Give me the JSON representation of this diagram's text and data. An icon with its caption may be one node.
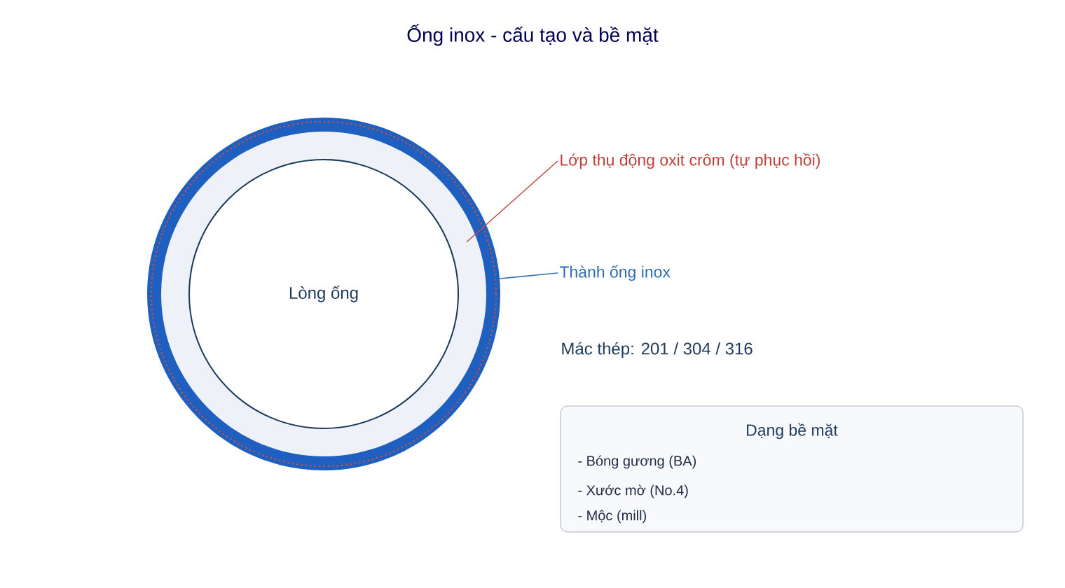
{
  "diagram": {
    "title": "Ống inox - cấu tạo và bề mặt",
    "nodes": [
      {
        "text": [],
        "shape": "circle"
      },
      {
        "text": [
          "Lòng ống"
        ],
        "in": 0
      },
      {
        "text": [
          "Lớp thụ động oxit crôm (tự phục hồi)"
        ]
      },
      {
        "text": [
          "Thành ống inox"
        ]
      },
      {
        "text": [
          "Dạng bề mặt",
          "- Bóng gương (BA)",
          "- Xước mờ (No.4)",
          "- Mộc (mill)"
        ]
      }
    ],
    "edges": [
      {
        "from": 2,
        "to": 0,
        "arrow": "none",
        "color": "#c0504d"
      },
      {
        "from": 3,
        "to": 0,
        "arrow": "none",
        "color": "#2f6db3"
      }
    ],
    "labels": [
      "Mác thép: 201 / 304 / 316"
    ]
  }
}
